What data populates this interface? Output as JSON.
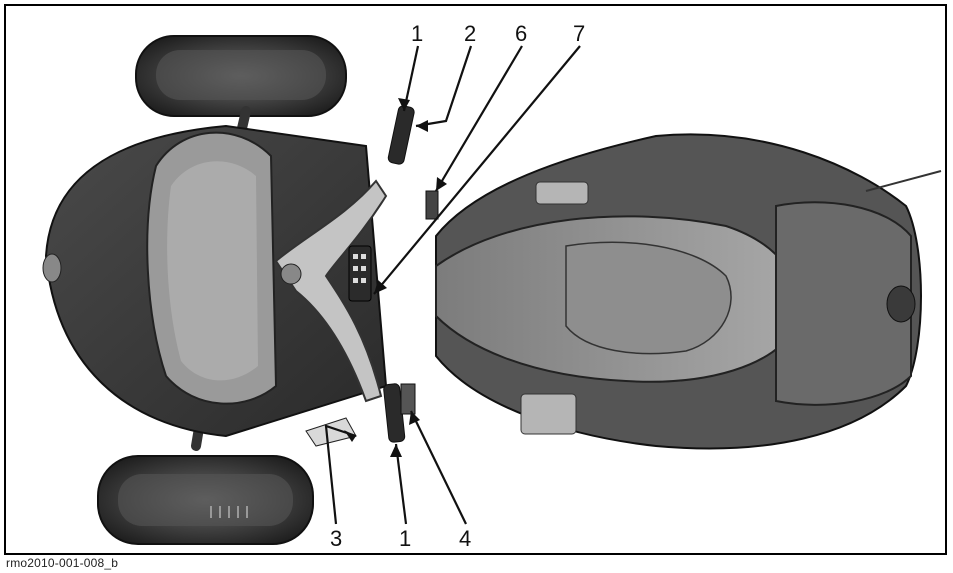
{
  "figure": {
    "caption": "rmo2010-001-008_b",
    "subject_icon": "three-wheel-motorcycle-top-view",
    "colors": {
      "body_dark": "#3a3a3a",
      "body_mid": "#8c8c8c",
      "body_light": "#c9c9c9",
      "frame": "#000000"
    }
  },
  "callouts": [
    {
      "id": "c1a",
      "label": "1"
    },
    {
      "id": "c2",
      "label": "2"
    },
    {
      "id": "c6",
      "label": "6"
    },
    {
      "id": "c7",
      "label": "7"
    },
    {
      "id": "c3",
      "label": "3"
    },
    {
      "id": "c1b",
      "label": "1"
    },
    {
      "id": "c4",
      "label": "4"
    }
  ]
}
